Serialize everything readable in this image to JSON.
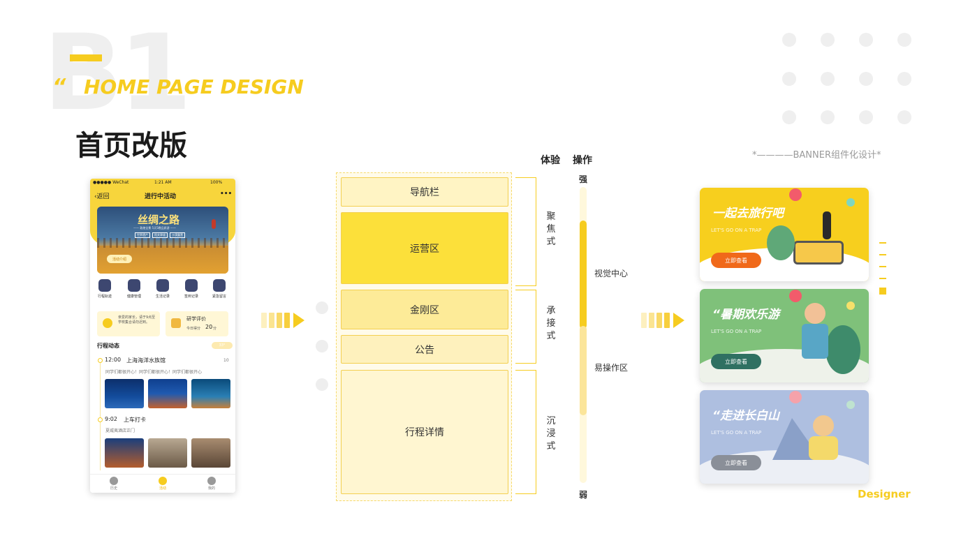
{
  "header": {
    "bg_number": "B1",
    "quote_mark": "“",
    "subtitle": "HOME PAGE DESIGN",
    "title": "首页改版",
    "banner_note": "*————BANNER组件化设计*",
    "designer": "Designer"
  },
  "phone": {
    "status_carrier": "●●●●● WeChat",
    "status_time": "1:21 AM",
    "status_battery": "100%",
    "back_label": "返回",
    "nav_title": "进行中活动",
    "more_label": "•••",
    "banner_title": "丝绸之路",
    "banner_sub": "—— 敦煌全景 5天5晚品质游 ——",
    "banner_tags": [
      "世界遗产",
      "阳关驿道",
      "沙漠露营"
    ],
    "banner_button": "活动介绍",
    "icons": [
      "行程轨迹",
      "健康管理",
      "生活记录",
      "签到记录",
      "紧急留言"
    ],
    "notice_text": "亲爱的家长，请于9点至学校集合请勿迟到。",
    "rating_title": "研学评价",
    "rating_prefix": "今日得分",
    "rating_score": "20",
    "rating_unit": "分",
    "section_title": "行程动态",
    "weather_badge": "33°",
    "item1_time": "12:00",
    "item1_place": "上海海洋水族馆",
    "item1_count": "10",
    "item1_text": "同学们都很开心！同学们都很开心！同学们都很开心",
    "item2_time": "9:02",
    "item2_place": "上车打卡",
    "item2_sub": "夏威夷酒店正门",
    "tabs": [
      "历史",
      "活动",
      "我的"
    ]
  },
  "wireframe": {
    "boxes": [
      "导航栏",
      "运营区",
      "金刚区",
      "公告",
      "行程详情"
    ],
    "groups": [
      "聚焦式",
      "承接式",
      "沉浸式"
    ]
  },
  "scale": {
    "head_experience": "体验",
    "head_operation": "操作",
    "strong": "强",
    "weak": "弱",
    "visual_center": "视觉中心",
    "easy_zone": "易操作区"
  },
  "banners": [
    {
      "title": "一起去旅行吧",
      "en": "LET'S GO ON A TRAP",
      "button": "立即查看",
      "bg": "#f7cf1e",
      "btn": "#f0691a"
    },
    {
      "title": "“暑期欢乐游",
      "en": "LET'S GO ON A TRAP",
      "button": "立即查看",
      "bg": "#7fc17a",
      "btn": "#2f7062"
    },
    {
      "title": "“走进长白山",
      "en": "LET'S GO ON A TRAP",
      "button": "立即查看",
      "bg": "#aebfe0",
      "btn": "#8a8f98"
    }
  ]
}
